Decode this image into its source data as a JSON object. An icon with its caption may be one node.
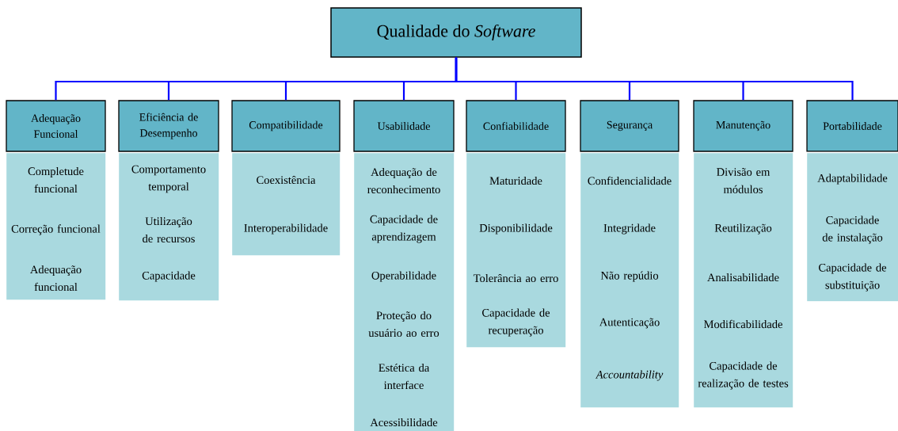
{
  "diagram": {
    "nodes": [
      {
        "text": [
          "Qualidade do *Software*"
        ]
      },
      {
        "text": [
          "Adequação Funcional"
        ]
      },
      {
        "text": [],
        "shape": "box"
      },
      {
        "text": [
          "Completude funcional"
        ],
        "in": 2
      },
      {
        "text": [
          "Correção funcional"
        ],
        "in": 2
      },
      {
        "text": [
          "Adequação funcional"
        ],
        "in": 2
      },
      {
        "text": [
          "Eficiência de Desempenho"
        ]
      },
      {
        "text": [],
        "shape": "box"
      },
      {
        "text": [
          "Comportamento temporal"
        ],
        "in": 7
      },
      {
        "text": [
          "Utilização de recursos"
        ],
        "in": 7
      },
      {
        "text": [
          "Capacidade"
        ],
        "in": 7
      },
      {
        "text": [
          "Compatibilidade"
        ]
      },
      {
        "text": [],
        "shape": "box"
      },
      {
        "text": [
          "Coexistência"
        ],
        "in": 12
      },
      {
        "text": [
          "Interoperabilidade"
        ],
        "in": 12
      },
      {
        "text": [
          "Usabilidade"
        ]
      },
      {
        "text": [],
        "shape": "box"
      },
      {
        "text": [
          "Adequação de reconhecimento"
        ],
        "in": 16
      },
      {
        "text": [
          "Capacidade de aprendizagem"
        ],
        "in": 16
      },
      {
        "text": [
          "Operabilidade"
        ],
        "in": 16
      },
      {
        "text": [
          "Proteção do usuário ao erro"
        ],
        "in": 16
      },
      {
        "text": [
          "Estética da interface"
        ],
        "in": 16
      },
      {
        "text": [
          "Acessibilidade"
        ],
        "in": 16
      },
      {
        "text": [
          "Confiabilidade"
        ]
      },
      {
        "text": [],
        "shape": "box"
      },
      {
        "text": [
          "Maturidade"
        ],
        "in": 24
      },
      {
        "text": [
          "Disponibilidade"
        ],
        "in": 24
      },
      {
        "text": [
          "Tolerância ao erro"
        ],
        "in": 24
      },
      {
        "text": [
          "Capacidade de recuperação"
        ],
        "in": 24
      },
      {
        "text": [
          "Segurança"
        ]
      },
      {
        "text": [],
        "shape": "box"
      },
      {
        "text": [
          "Confidencialidade"
        ],
        "in": 30
      },
      {
        "text": [
          "Integridade"
        ],
        "in": 30
      },
      {
        "text": [
          "Não repúdio"
        ],
        "in": 30
      },
      {
        "text": [
          "Autenticação"
        ],
        "in": 30
      },
      {
        "text": [
          "*Accountability*"
        ],
        "in": 30
      },
      {
        "text": [
          "Manutenção"
        ]
      },
      {
        "text": [],
        "shape": "box"
      },
      {
        "text": [
          "Divisão em módulos"
        ],
        "in": 37
      },
      {
        "text": [
          "Reutilização"
        ],
        "in": 37
      },
      {
        "text": [
          "Analisabilidade"
        ],
        "in": 37
      },
      {
        "text": [
          "Modificabilidade"
        ],
        "in": 37
      },
      {
        "text": [
          "Capacidade de realização de testes"
        ],
        "in": 37
      },
      {
        "text": [
          "Portabilidade"
        ]
      },
      {
        "text": [],
        "shape": "box"
      },
      {
        "text": [
          "Adaptabilidade"
        ],
        "in": 44
      },
      {
        "text": [
          "Capacidade de instalação"
        ],
        "in": 44
      },
      {
        "text": [
          "Capacidade de substituição"
        ],
        "in": 44
      }
    ],
    "edges": [
      {
        "from": 0,
        "to": 1,
        "arrow": "none"
      },
      {
        "from": 0,
        "to": 6,
        "arrow": "none"
      },
      {
        "from": 0,
        "to": 11,
        "arrow": "none"
      },
      {
        "from": 0,
        "to": 15,
        "arrow": "none"
      },
      {
        "from": 0,
        "to": 23,
        "arrow": "none"
      },
      {
        "from": 0,
        "to": 29,
        "arrow": "none"
      },
      {
        "from": 0,
        "to": 36,
        "arrow": "none"
      },
      {
        "from": 0,
        "to": 43,
        "arrow": "none"
      }
    ]
  }
}
